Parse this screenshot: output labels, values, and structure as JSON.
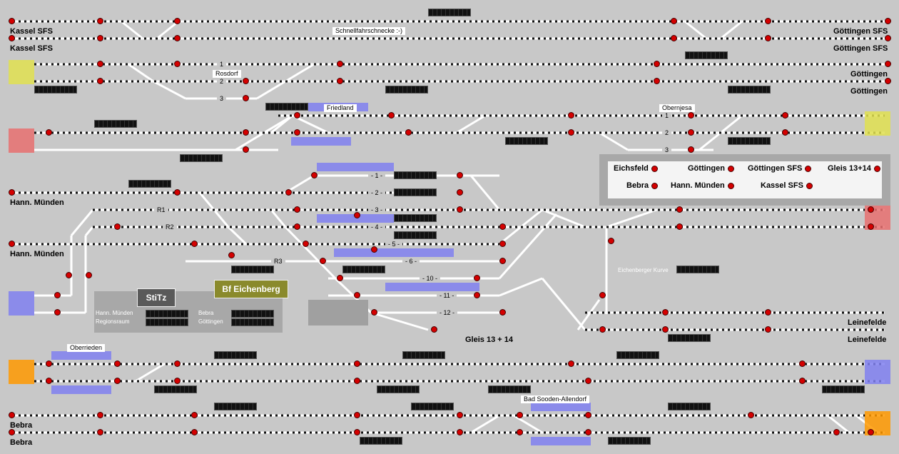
{
  "stations": {
    "kassel_sfs_1": "Kassel SFS",
    "kassel_sfs_2": "Kassel SFS",
    "goettingen_sfs_1": "Göttingen SFS",
    "goettingen_sfs_2": "Göttingen SFS",
    "goettingen_1": "Göttingen",
    "goettingen_2": "Göttingen",
    "hann_muenden_1": "Hann. Münden",
    "hann_muenden_2": "Hann. Münden",
    "leinefelde_1": "Leinefelde",
    "leinefelde_2": "Leinefelde",
    "bebra_1": "Bebra",
    "bebra_2": "Bebra",
    "gleis_13_14": "Gleis 13 + 14"
  },
  "tags": {
    "schnellfahr": "Schnellfahrschnecke :-)",
    "rosdorf": "Rosdorf",
    "friedland": "Friedland",
    "obernjesa": "Obernjesa",
    "oberrieden": "Oberrieden",
    "bad_sooden": "Bad Sooden-Allendorf",
    "eichenberger": "Eichenberger Kurve"
  },
  "legend": {
    "eichsfeld": "Eichsfeld",
    "goettingen": "Göttingen",
    "goettingen_sfs": "Göttingen SFS",
    "gleis_13_14": "Gleis 13+14",
    "bebra": "Bebra",
    "hann_muenden": "Hann. Münden",
    "kassel_sfs": "Kassel SFS"
  },
  "stellwerk": {
    "title": "StiTz",
    "bf": "Bf Eichenberg",
    "row1_left": "Hann. Münden",
    "row2_left": "Regionsraum",
    "row1_right": "Bebra",
    "row2_right": "Göttingen"
  },
  "tracks": {
    "t1": "- 1 -",
    "t2": "- 2 -",
    "t3": "- 3 -",
    "t4": "- 4 -",
    "t5": "- 5 -",
    "t6": "- 6 -",
    "t10": "- 10 -",
    "t11": "- 11 -",
    "t12": "- 12 -",
    "r1": "R1",
    "r2": "R2",
    "r3": "R3",
    "o1": "1",
    "o2": "2",
    "o3": "3",
    "ro1": "1",
    "ro2": "2",
    "ro3": "3"
  },
  "colors": {
    "background": "#c8c8c8",
    "signal_red": "#d40000",
    "zone_yellow": "#e0e050",
    "zone_red": "#e87070",
    "zone_blue": "#8080f0",
    "zone_orange": "#ff9900"
  }
}
